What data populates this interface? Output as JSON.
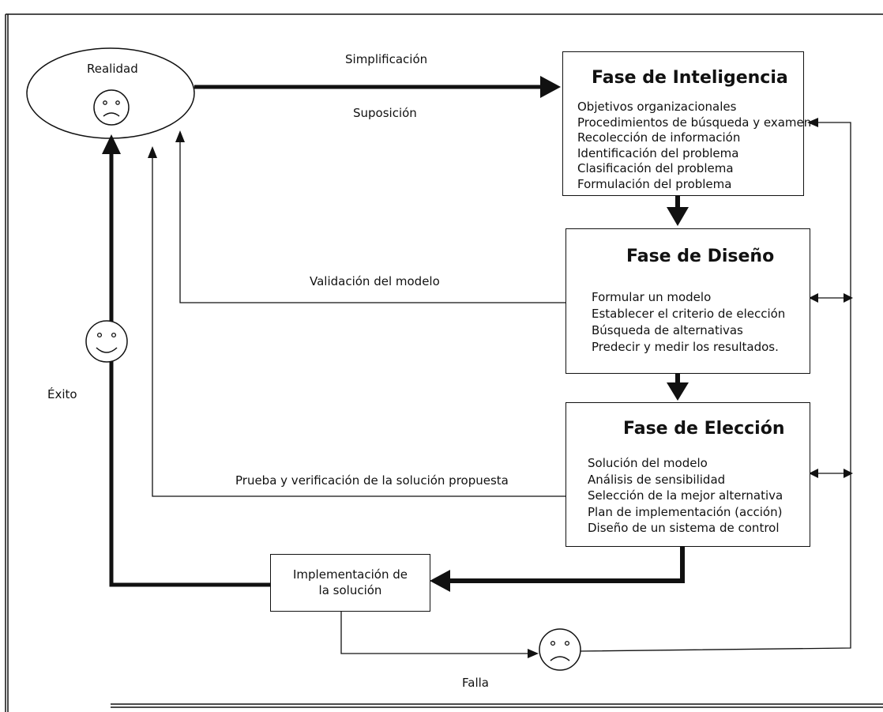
{
  "ellipse": {
    "label": "Realidad"
  },
  "edge_labels": {
    "simplificacion": "Simplificación",
    "suposicion": "Suposición",
    "validacion": "Validación del modelo",
    "prueba": "Prueba y verificación de la solución propuesta",
    "exito": "Éxito",
    "falla": "Falla"
  },
  "phases": {
    "inteligencia": {
      "title": "Fase de Inteligencia",
      "items": [
        "Objetivos organizacionales",
        "Procedimientos de búsqueda y examen",
        "Recolección de información",
        "Identificación del problema",
        "Clasificación del problema",
        "Formulación del problema"
      ]
    },
    "diseno": {
      "title": "Fase de Diseño",
      "items": [
        "Formular un modelo",
        "Establecer el criterio de elección",
        "Búsqueda de alternativas",
        "Predecir y medir los resultados."
      ]
    },
    "eleccion": {
      "title": "Fase de Elección",
      "items": [
        "Solución del modelo",
        "Análisis de sensibilidad",
        "Selección de la mejor alternativa",
        "Plan de implementación (acción)",
        "Diseño de un sistema de control"
      ]
    }
  },
  "implementation": {
    "line1": "Implementación de",
    "line2": "la solución"
  },
  "faces": {
    "reality": "sad-face-icon",
    "success": "happy-face-icon",
    "failure": "sad-face-icon"
  }
}
